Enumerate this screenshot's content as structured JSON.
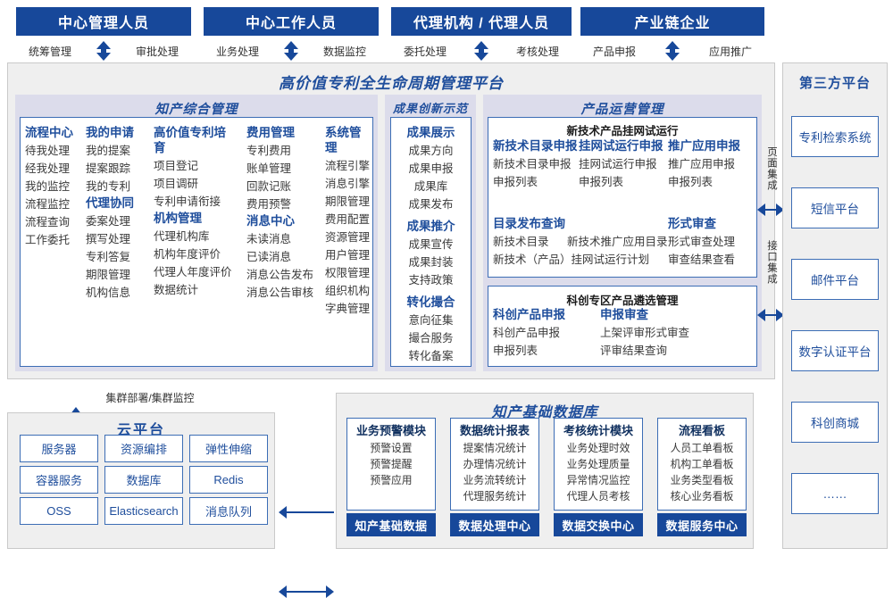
{
  "roles": [
    {
      "title": "中心管理人员",
      "left": "统筹管理",
      "right": "审批处理"
    },
    {
      "title": "中心工作人员",
      "left": "业务处理",
      "right": "数据监控"
    },
    {
      "title": "代理机构 / 代理人员",
      "left": "委托处理",
      "right": "考核处理"
    },
    {
      "title": "产业链企业",
      "left": "产品申报",
      "right": "应用推广"
    }
  ],
  "platform": {
    "title": "高价值专利全生命周期管理平台",
    "groups": [
      {
        "title": "知产综合管理"
      },
      {
        "title": "成果创新示范"
      },
      {
        "title": "产品运营管理"
      }
    ]
  },
  "ip_management": {
    "columns": [
      {
        "sections": [
          {
            "head": "流程中心",
            "items": [
              "待我处理",
              "经我处理",
              "我的监控",
              "流程监控",
              "流程查询",
              "工作委托"
            ]
          }
        ]
      },
      {
        "sections": [
          {
            "head": "我的申请",
            "items": [
              "我的提案",
              "提案跟踪",
              "我的专利"
            ]
          },
          {
            "head": "代理协同",
            "items": [
              "委案处理",
              "撰写处理",
              "专利答复",
              "期限管理",
              "机构信息"
            ]
          }
        ]
      },
      {
        "sections": [
          {
            "head": "高价值专利培育",
            "items": [
              "项目登记",
              "项目调研",
              "专利申请衔接"
            ]
          },
          {
            "head": "机构管理",
            "items": [
              "代理机构库",
              "机构年度评价",
              "代理人年度评价",
              "数据统计"
            ]
          }
        ]
      },
      {
        "sections": [
          {
            "head": "费用管理",
            "items": [
              "专利费用",
              "账单管理",
              "回款记账",
              "费用预警"
            ]
          },
          {
            "head": "消息中心",
            "items": [
              "未读消息",
              "已读消息",
              "消息公告发布",
              "消息公告审核"
            ]
          }
        ]
      },
      {
        "sections": [
          {
            "head": "系统管理",
            "items": [
              "流程引擎",
              "消息引擎",
              "期限管理",
              "费用配置",
              "资源管理",
              "用户管理",
              "权限管理",
              "组织机构",
              "字典管理"
            ]
          }
        ]
      }
    ]
  },
  "achievement": {
    "sections": [
      {
        "head": "成果展示",
        "items": [
          "成果方向",
          "成果申报",
          "成果库",
          "成果发布"
        ]
      },
      {
        "head": "成果推介",
        "items": [
          "成果宣传",
          "成果封装",
          "支持政策"
        ]
      },
      {
        "head": "转化撮合",
        "items": [
          "意向征集",
          "撮合服务",
          "转化备案"
        ]
      }
    ]
  },
  "product_ops": {
    "box1": {
      "title": "新技术产品挂网试运行",
      "row1": [
        {
          "head": "新技术目录申报",
          "items": [
            "新技术目录申报",
            "申报列表"
          ]
        },
        {
          "head": "挂网试运行申报",
          "items": [
            "挂网试运行申报",
            "申报列表"
          ]
        },
        {
          "head": "推广应用申报",
          "items": [
            "推广应用申报",
            "申报列表"
          ]
        }
      ],
      "row2_left": {
        "head": "目录发布查询",
        "items": [
          "新技术目录",
          "新技术推广应用目录",
          "新技术（产品）挂网试运行计划"
        ]
      },
      "row2_right": {
        "head": "形式审查",
        "items": [
          "形式审查处理",
          "审查结果查看"
        ]
      }
    },
    "box2": {
      "title": "科创专区产品遴选管理",
      "cols": [
        {
          "head": "科创产品申报",
          "items": [
            "科创产品申报",
            "申报列表"
          ]
        },
        {
          "head": "申报审查",
          "items": [
            "上架评审形式审查",
            "评审结果查询"
          ]
        }
      ]
    }
  },
  "integration": {
    "page_label": "页面集成",
    "api_label": "接口集成"
  },
  "third_party": {
    "title": "第三方平台",
    "items": [
      "专利检索系统",
      "短信平台",
      "邮件平台",
      "数字认证平台",
      "科创商城",
      "……"
    ]
  },
  "cloud": {
    "connector_label": "集群部署/集群监控",
    "title": "云平台",
    "cells": [
      "服务器",
      "资源编排",
      "弹性伸缩",
      "容器服务",
      "数据库",
      "Redis",
      "OSS",
      "Elasticsearch",
      "消息队列"
    ]
  },
  "database": {
    "title": "知产基础数据库",
    "columns": [
      {
        "head": "业务预警模块",
        "items": [
          "预警设置",
          "预警提醒",
          "预警应用"
        ],
        "foot": "知产基础数据"
      },
      {
        "head": "数据统计报表",
        "items": [
          "提案情况统计",
          "办理情况统计",
          "业务流转统计",
          "代理服务统计"
        ],
        "foot": "数据处理中心"
      },
      {
        "head": "考核统计模块",
        "items": [
          "业务处理时效",
          "业务处理质量",
          "异常情况监控",
          "代理人员考核"
        ],
        "foot": "数据交换中心"
      },
      {
        "head": "流程看板",
        "items": [
          "人员工单看板",
          "机构工单看板",
          "业务类型看板",
          "核心业务看板"
        ],
        "foot": "数据服务中心"
      }
    ]
  },
  "colors": {
    "brand_blue": "#17489A",
    "accent_blue": "#1F4E9C",
    "band_lavender": "#DCDCEB",
    "frame_gray": "#EFEFEF",
    "box_border": "#3C6DB5"
  }
}
